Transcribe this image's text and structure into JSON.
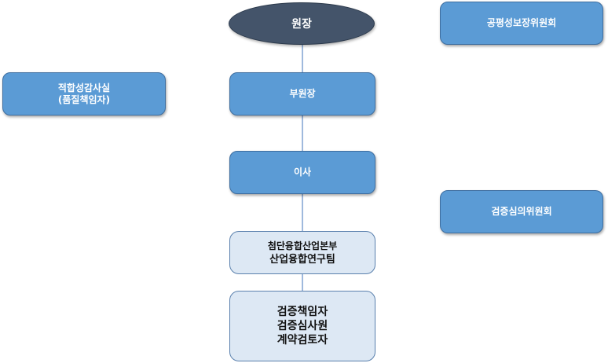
{
  "org_chart": {
    "director": "원장",
    "vice_director": "부원장",
    "executive": "이사",
    "division": [
      "첨단융합산업본부",
      "산업융합연구팀"
    ],
    "staff": [
      "검증책임자",
      "검증심사원",
      "계약검토자"
    ],
    "quality_office": [
      "적합성감사실",
      "(품질책임자)"
    ],
    "fairness_committee": "공평성보장위원회",
    "review_committee": "검증심의위원회"
  },
  "colors": {
    "ellipse": "#44546a",
    "box_blue": "#5b9bd5",
    "box_light": "#dde8f4",
    "connector": "#9fb9dd"
  }
}
